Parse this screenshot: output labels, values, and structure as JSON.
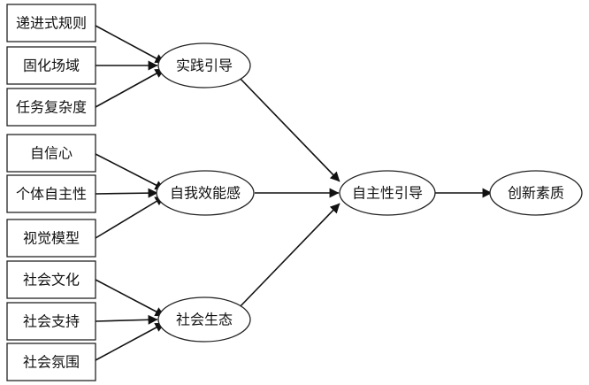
{
  "diagram": {
    "factors": [
      {
        "id": "f1",
        "label": "递进式规则"
      },
      {
        "id": "f2",
        "label": "固化场域"
      },
      {
        "id": "f3",
        "label": "任务复杂度"
      },
      {
        "id": "f4",
        "label": "自信心"
      },
      {
        "id": "f5",
        "label": "个体自主性"
      },
      {
        "id": "f6",
        "label": "视觉模型"
      },
      {
        "id": "f7",
        "label": "社会文化"
      },
      {
        "id": "f8",
        "label": "社会支持"
      },
      {
        "id": "f9",
        "label": "社会氛围"
      }
    ],
    "mediators": [
      {
        "id": "m1",
        "label": "实践引导"
      },
      {
        "id": "m2",
        "label": "自我效能感"
      },
      {
        "id": "m3",
        "label": "社会生态"
      }
    ],
    "core": {
      "id": "c1",
      "label": "自主性引导"
    },
    "outcome": {
      "id": "o1",
      "label": "创新素质"
    },
    "edges": [
      {
        "from": "f1",
        "to": "m1"
      },
      {
        "from": "f2",
        "to": "m1"
      },
      {
        "from": "f3",
        "to": "m1"
      },
      {
        "from": "f4",
        "to": "m2"
      },
      {
        "from": "f5",
        "to": "m2"
      },
      {
        "from": "f6",
        "to": "m2"
      },
      {
        "from": "f7",
        "to": "m3"
      },
      {
        "from": "f8",
        "to": "m3"
      },
      {
        "from": "f9",
        "to": "m3"
      },
      {
        "from": "m1",
        "to": "c1"
      },
      {
        "from": "m2",
        "to": "c1"
      },
      {
        "from": "m3",
        "to": "c1"
      },
      {
        "from": "c1",
        "to": "o1"
      }
    ]
  }
}
